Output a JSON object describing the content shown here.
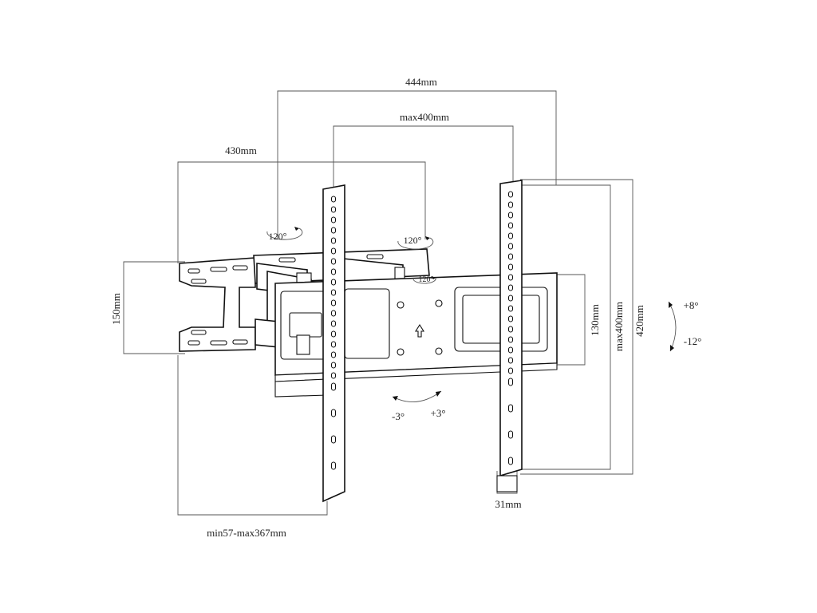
{
  "dimensions": {
    "width_444": "444mm",
    "max_400_horizontal": "max400mm",
    "width_430": "430mm",
    "height_150": "150mm",
    "height_130": "130mm",
    "max_400_vertical": "max400mm",
    "height_420": "420mm",
    "thickness_31": "31mm",
    "depth_range": "min57-max367mm"
  },
  "rotation": {
    "pivot_top_left": "120°",
    "pivot_top_right": "120°",
    "pivot_small": "120°",
    "tilt_up": "+8°",
    "tilt_down": "-12°",
    "level_left": "-3°",
    "level_right": "+3°"
  }
}
